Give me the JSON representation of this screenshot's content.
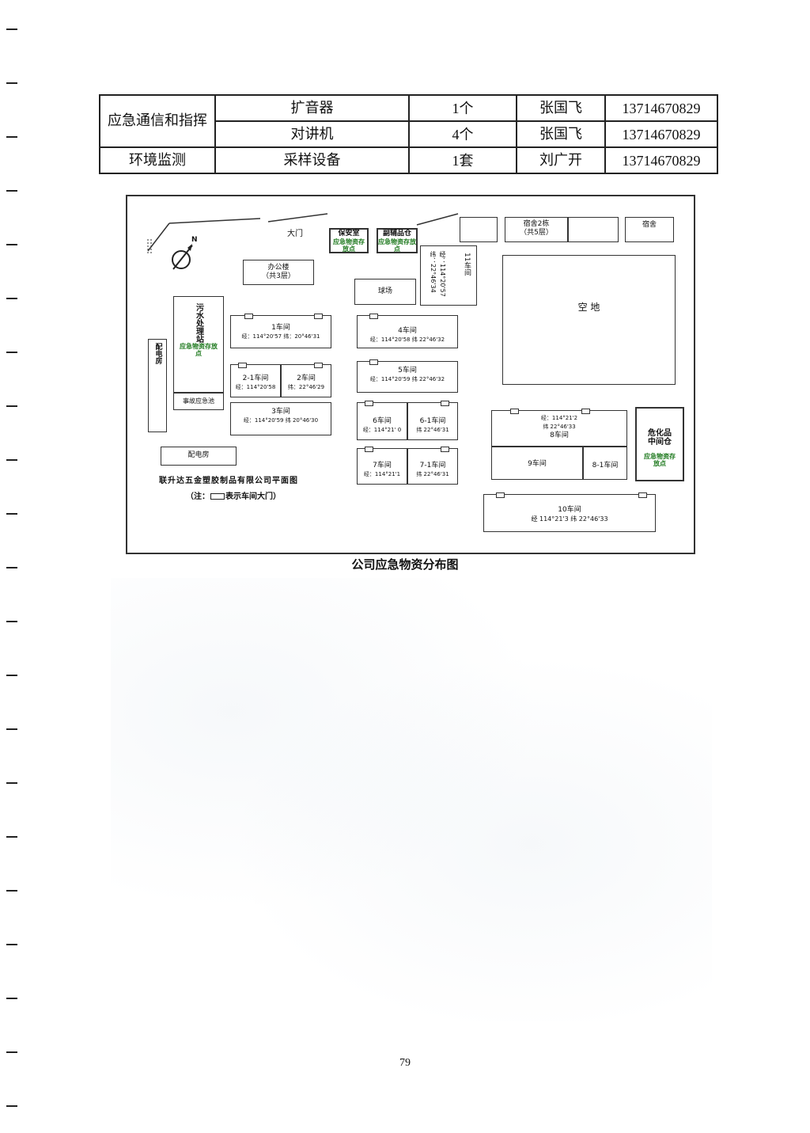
{
  "table": {
    "rows": [
      {
        "category": "应急通信和指挥",
        "item": "扩音器",
        "qty": "1个",
        "person": "张国飞",
        "phone": "13714670829"
      },
      {
        "category": "",
        "item": "对讲机",
        "qty": "4个",
        "person": "张国飞",
        "phone": "13714670829"
      },
      {
        "category": "环境监测",
        "item": "采样设备",
        "qty": "1套",
        "person": "刘广开",
        "phone": "13714670829"
      }
    ]
  },
  "map": {
    "north": "N",
    "gate": "大门",
    "guard_room": "保安室",
    "emergency_point": "应急物资存放点",
    "chemical_store": "副辅品仓",
    "dorm2_line1": "宿舍2栋",
    "dorm2_line2": "（共5层）",
    "dorm": "宿舍",
    "office_line1": "办公楼",
    "office_line2": "（共3层）",
    "ball_court": "球场",
    "w11_name": "11车间",
    "w11_coord": "经：114°20'57",
    "w11_coord2": "纬：22°46'34",
    "empty_lot": "空 地",
    "sewage": "污水处理站",
    "power_room": "配电房",
    "accident_pool": "事故应急池",
    "w1_name": "1车间",
    "w1_coord": "经：114°20'57 纬：20°46'31",
    "w21_name": "2-1车间",
    "w21_coord": "经：114°20'58",
    "w2_name": "2车间",
    "w2_coord": "纬：22°46'29",
    "w3_name": "3车间",
    "w3_coord": "经：114°20'59 纬 20°46'30",
    "w4_name": "4车间",
    "w4_coord": "经：114°20'58 纬 22°46'32",
    "w5_name": "5车间",
    "w5_coord": "经：114°20'59 纬 22°46'32",
    "w6_name": "6车间",
    "w6_coord": "经：114°21' 0",
    "w61_name": "6-1车间",
    "w61_coord": "纬 22°46'31",
    "w7_name": "7车间",
    "w7_coord": "经：114°21'1",
    "w71_name": "7-1车间",
    "w71_coord": "纬 22°46'31",
    "w8_coord1": "经：114°21'2",
    "w8_coord2": "纬 22°46'33",
    "w8_name": "8车间",
    "w9_name": "9车间",
    "w81_name": "8-1车间",
    "haz_line1": "危化品",
    "haz_line2": "中间仓",
    "w10_name": "10车间",
    "w10_coord": "经 114°21'3 纬 22°46'33",
    "plan_title": "联升达五金塑胶制品有限公司平面图",
    "legend_prefix": "（注：",
    "legend_suffix": "表示车间大门）"
  },
  "caption": "公司应急物资分布图",
  "page_number": "79"
}
